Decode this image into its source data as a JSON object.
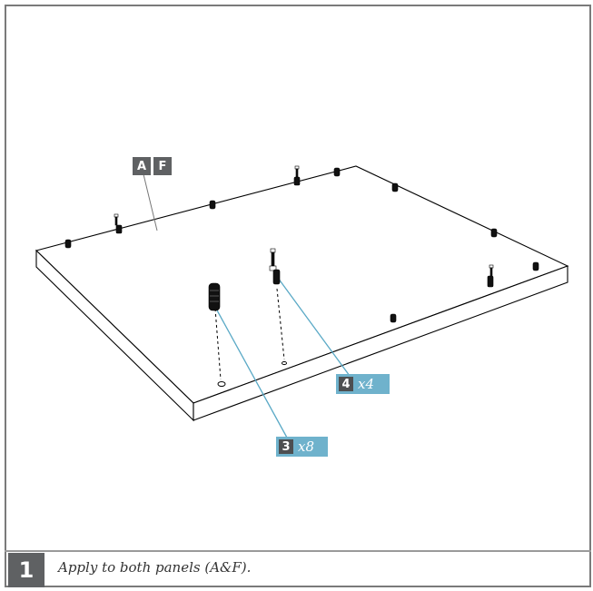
{
  "parts_label": {
    "part_a": "A",
    "part_f": "F"
  },
  "callouts": [
    {
      "number": "4",
      "quantity": "x4"
    },
    {
      "number": "3",
      "quantity": "x8"
    }
  ],
  "step": {
    "number": "1",
    "instruction": "Apply to both panels (A&F)."
  },
  "colors": {
    "tag_dark": "#5f6163",
    "callout_blue": "#6fb2cc",
    "leader_blue": "#5aa9c6"
  }
}
